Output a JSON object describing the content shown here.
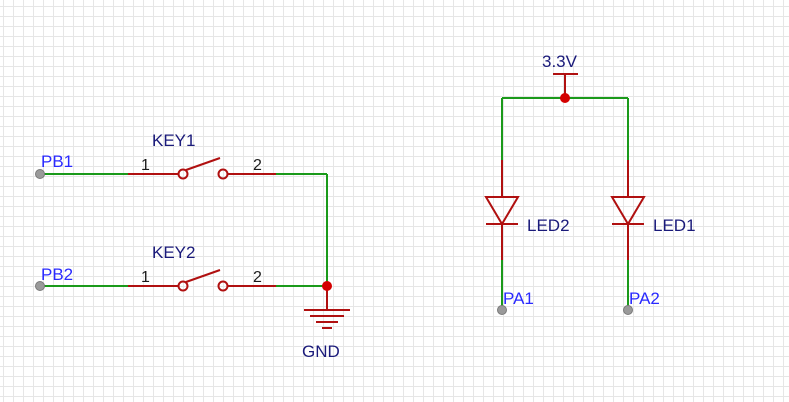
{
  "schematic": {
    "nets": {
      "pb1": "PB1",
      "pb2": "PB2",
      "pa1": "PA1",
      "pa2": "PA2"
    },
    "keys": [
      {
        "ref": "KEY1",
        "pin1": "1",
        "pin2": "2"
      },
      {
        "ref": "KEY2",
        "pin1": "1",
        "pin2": "2"
      }
    ],
    "leds": [
      {
        "ref": "LED2"
      },
      {
        "ref": "LED1"
      }
    ],
    "power": {
      "vcc": "3.3V",
      "ground": "GND"
    },
    "colors": {
      "wire": "#1a9a1a",
      "symbol": "#b01010",
      "junction": "#d40000",
      "net_label": "#2a2aff",
      "designator": "#1a1a7a"
    }
  }
}
